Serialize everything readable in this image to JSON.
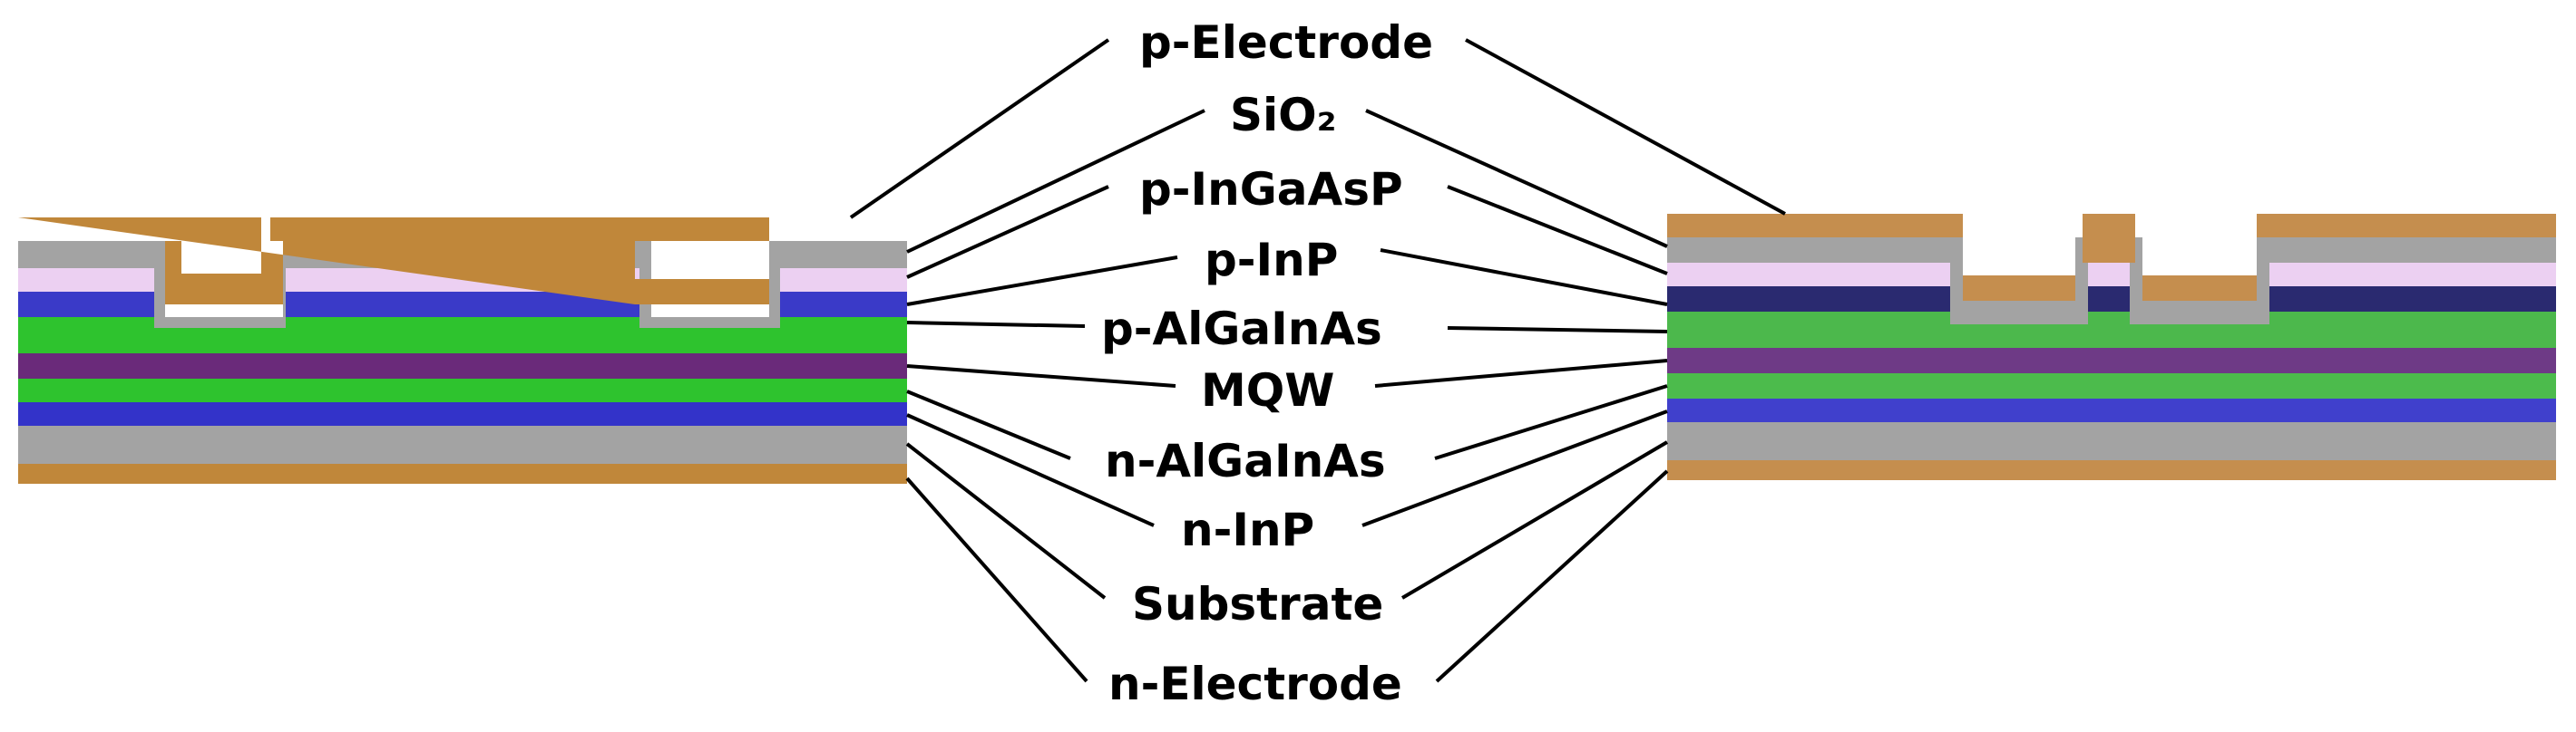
{
  "colors": {
    "electrode": "#c0873a",
    "electrode_right": "#c58e4e",
    "sio2": "#a3a3a3",
    "p_ingaasp": "#ecd0f2",
    "p_inp_left": "#3a3ac8",
    "p_inp_right": "#2a2a70",
    "p_algainas": "#2ec32e",
    "p_algainas_right": "#4cb84c",
    "mqw": "#6a2a7a",
    "mqw_right": "#6e3a86",
    "n_algainas": "#2ec32e",
    "n_algainas_right": "#4cbb4c",
    "n_inp": "#3333c9",
    "n_inp_right": "#4040cc",
    "substrate": "#a3a3a3",
    "leader": "#000000"
  },
  "layers": [
    {
      "key": "p_electrode",
      "label": "p-Electrode"
    },
    {
      "key": "sio2",
      "label": "SiO₂"
    },
    {
      "key": "p_ingaasp",
      "label": "p-InGaAsP"
    },
    {
      "key": "p_inp",
      "label": "p-InP"
    },
    {
      "key": "p_algainas",
      "label": "p-AlGaInAs"
    },
    {
      "key": "mqw",
      "label": "MQW"
    },
    {
      "key": "n_algainas",
      "label": "n-AlGaInAs"
    },
    {
      "key": "n_inp",
      "label": "n-InP"
    },
    {
      "key": "substrate",
      "label": "Substrate"
    },
    {
      "key": "n_electrode",
      "label": "n-Electrode"
    }
  ]
}
